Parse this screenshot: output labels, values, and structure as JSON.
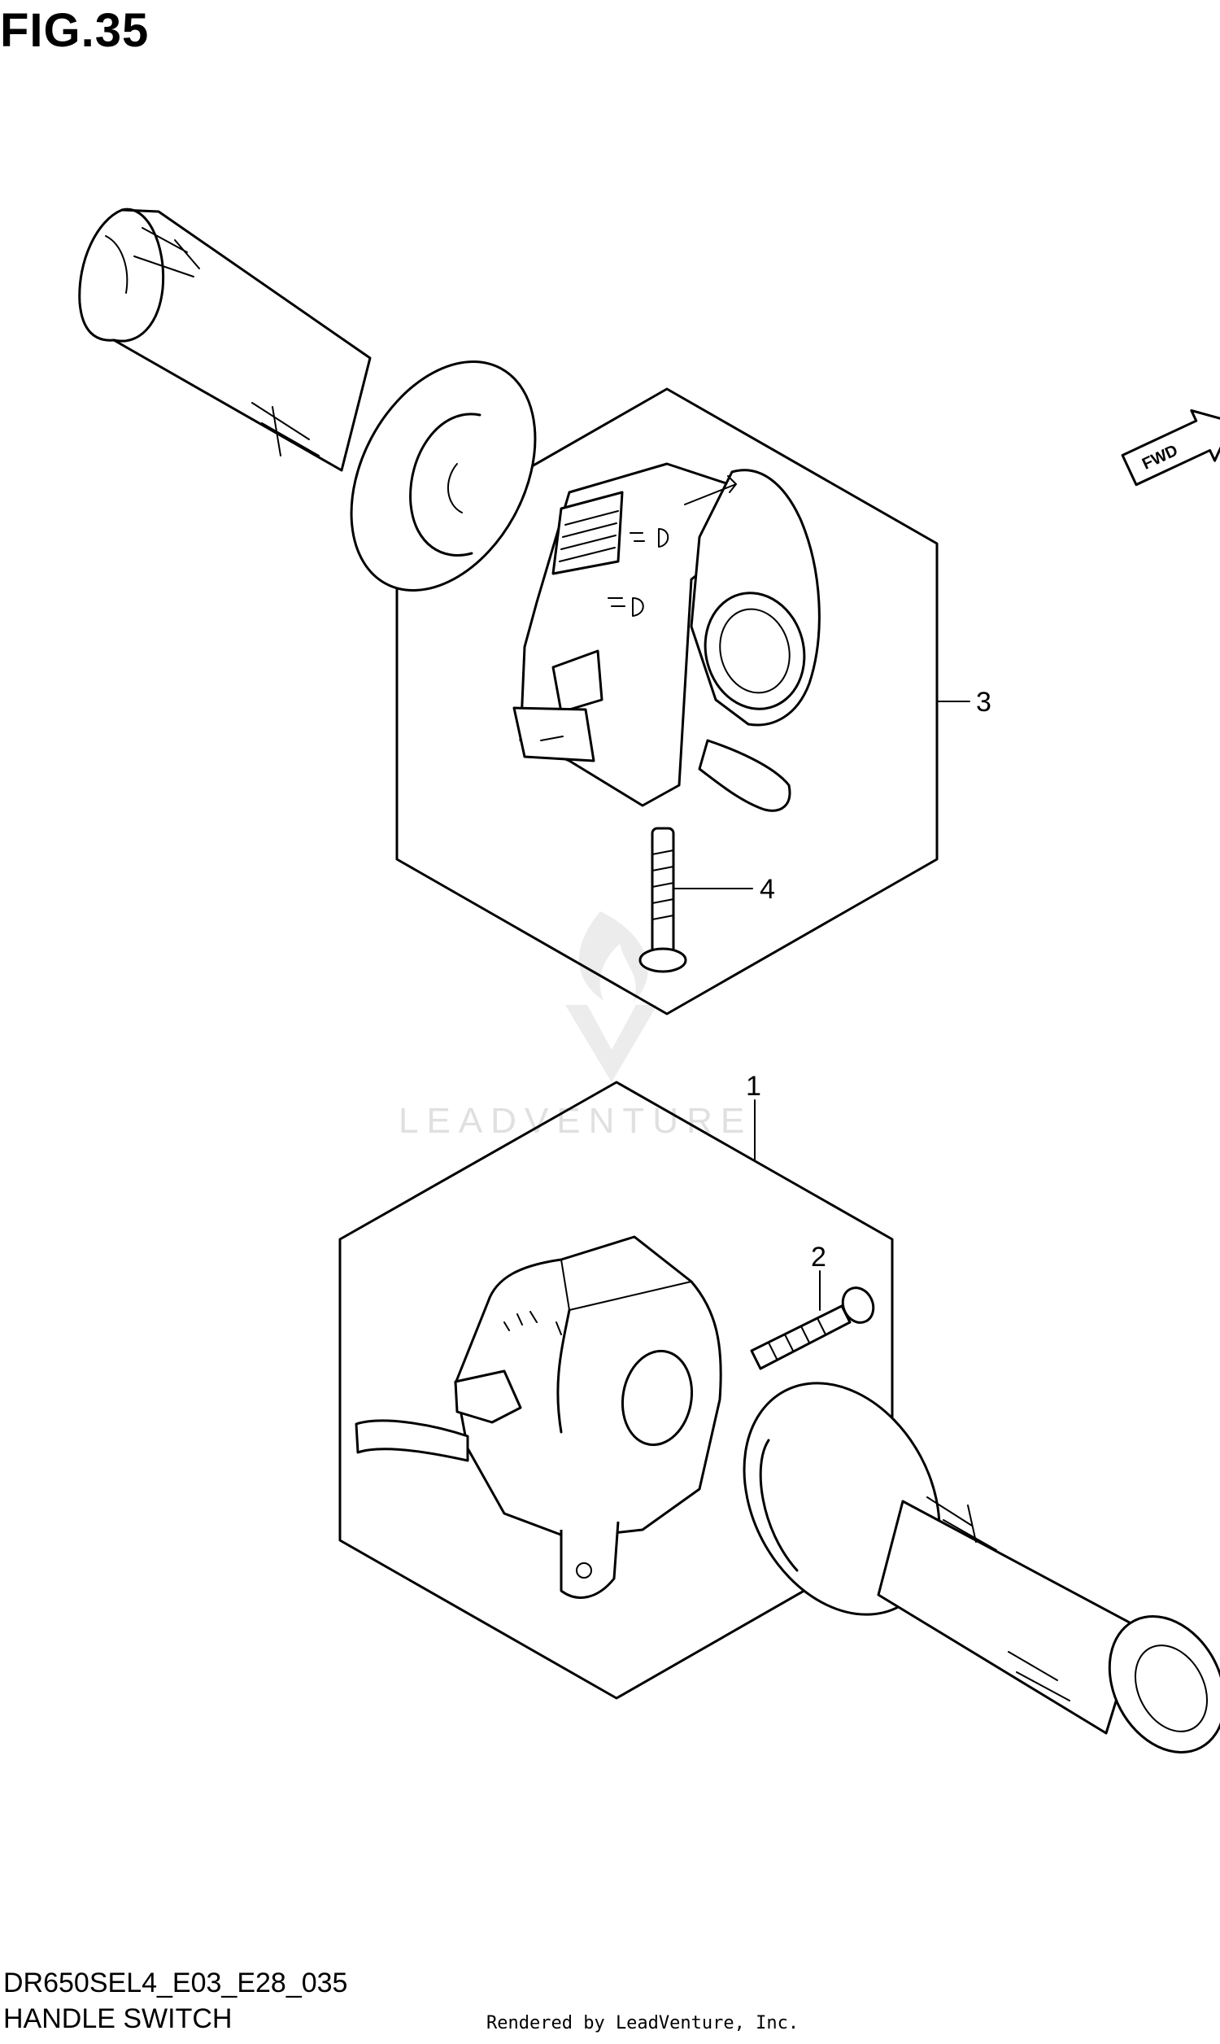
{
  "figure": {
    "title": "FIG.35"
  },
  "footer": {
    "diagram_code": "DR650SEL4_E03_E28_035",
    "diagram_name": "HANDLE SWITCH",
    "render_credit": "Rendered by LeadVenture, Inc."
  },
  "watermark": {
    "text": "LEADVENTURE"
  },
  "direction_badge": {
    "text": "FWD"
  },
  "callouts": [
    {
      "number": "1"
    },
    {
      "number": "2"
    },
    {
      "number": "3"
    },
    {
      "number": "4"
    }
  ]
}
